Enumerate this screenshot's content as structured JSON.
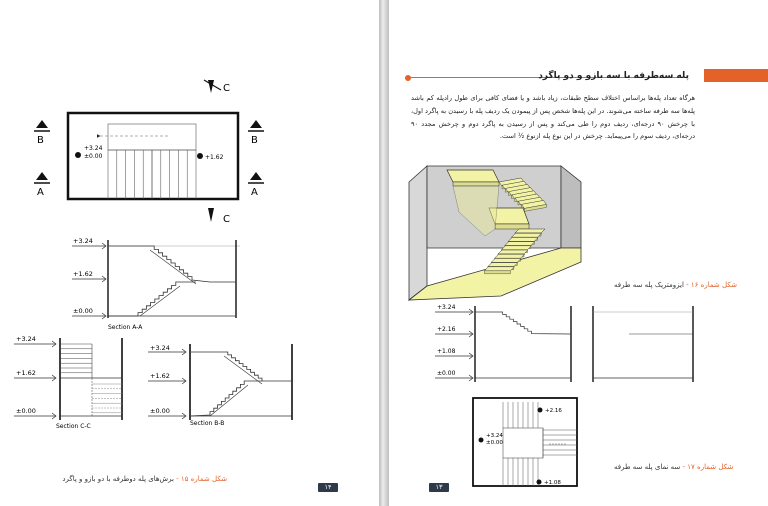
{
  "left_page": {
    "caption_number": "شکل شماره ۱۵ - ",
    "caption_text": "برش‌های پله دوطرفه با دو بازو و پاگرد",
    "page_number": "۱۴",
    "plan": {
      "section_b": "B",
      "section_a": "A",
      "section_c": "C",
      "level_top": "+3.24",
      "level_base": "±0.00",
      "level_mid": "+1.62"
    },
    "section_aa": {
      "levels": [
        "+3.24",
        "+1.62",
        "±0.00"
      ],
      "label": "Section A-A"
    },
    "section_cc": {
      "levels": [
        "+3.24",
        "+1.62",
        "±0.00"
      ],
      "label": "Section C-C"
    },
    "section_bb": {
      "levels": [
        "+3.24",
        "+1.62",
        "±0.00"
      ],
      "label": "Section B-B"
    }
  },
  "right_page": {
    "title": "پله سه‌طرفه با سه بازو و دو پاگرد",
    "body": "هرگاه تعداد پله‌ها براساس اختلاف سطح طبقات، زیاد باشد و یا فضای کافی برای طول رادپله کم باشد پله‌ها سه طرفه ساخته می‌شوند. در این پله‌ها شخص پس از پیمودن یک ردیف پله با رسیدن به پاگرد اول، با چرخش ۹۰ درجه‌ای، ردیف دوم را طی می‌کند و پس از رسیدن به پاگرد دوم و چرخش مجدد ۹۰ درجه‌ای، ردیف سوم را می‌پیماید. چرخش در این نوع پله ازنوع ½ است.",
    "figure16_number": "شکل شماره ۱۶ - ",
    "figure16_text": "ایزومتریک پله سه طرفه",
    "figure17_number": "شکل شماره ۱۷ - ",
    "figure17_text": "سه نمای پله سه طرفه",
    "page_number": "۱۳",
    "front_view_levels": [
      "+3.24",
      "+2.16",
      "+1.08",
      "±0.00"
    ],
    "plan_levels": {
      "top": "+2.16",
      "left_a": "+3.24",
      "left_b": "±0.00",
      "bottom": "+1.08"
    }
  },
  "colors": {
    "accent": "#e2622a",
    "stair_fill": "#f3f3a6",
    "page_number_bg": "#2e3a4a"
  }
}
